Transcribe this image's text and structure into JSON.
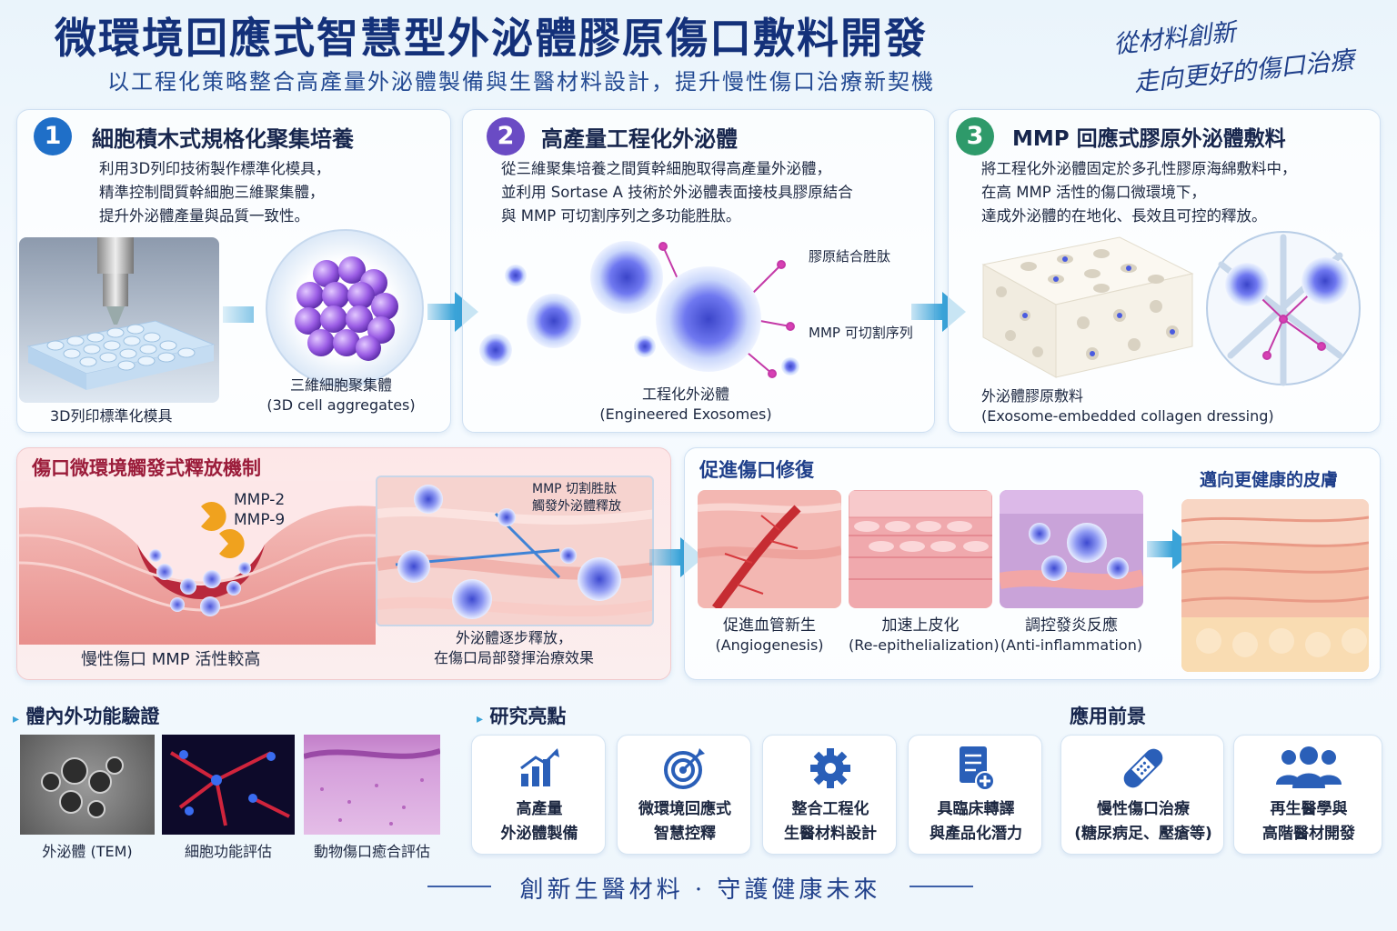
{
  "header": {
    "title": "微環境回應式智慧型外泌體膠原傷口敷料開發",
    "subtitle": "以工程化策略整合高產量外泌體製備與生醫材料設計，提升慢性傷口治療新契機",
    "slogan_line1": "從材料創新",
    "slogan_line2": "走向更好的傷口治療"
  },
  "steps": [
    {
      "number": "1",
      "title": "細胞積木式規格化聚集培養",
      "desc": [
        "利用3D列印技術製作標準化模具，",
        "精準控制間質幹細胞三維聚集體，",
        "提升外泌體產量與品質一致性。"
      ],
      "caption_mold": "3D列印標準化模具",
      "caption_aggr_zh": "三維細胞聚集體",
      "caption_aggr_en": "(3D cell aggregates)",
      "color": "#1f6fc8"
    },
    {
      "number": "2",
      "title": "高產量工程化外泌體",
      "desc": [
        "從三維聚集培養之間質幹細胞取得高產量外泌體，",
        "並利用 Sortase A 技術於外泌體表面接枝具膠原結合",
        "與 MMP 可切割序列之多功能胜肽。"
      ],
      "label_collagen": "膠原結合胜肽",
      "label_mmp": "MMP 可切割序列",
      "caption_zh": "工程化外泌體",
      "caption_en": "(Engineered Exosomes)",
      "color": "#6a4bc4"
    },
    {
      "number": "3",
      "title": "MMP 回應式膠原外泌體敷料",
      "desc": [
        "將工程化外泌體固定於多孔性膠原海綿敷料中，",
        "在高 MMP 活性的傷口微環境下，",
        "達成外泌體的在地化、長效且可控的釋放。"
      ],
      "caption_zh": "外泌體膠原敷料",
      "caption_en": "(Exosome-embedded collagen dressing)",
      "color": "#2e9a6a"
    }
  ],
  "mechanism": {
    "title": "傷口微環境觸發式釋放機制",
    "mmp2": "MMP-2",
    "mmp9": "MMP-9",
    "caption_wound": "慢性傷口 MMP 活性較高",
    "zoom_label_line1": "MMP 切割胜肽",
    "zoom_label_line2": "觸發外泌體釋放",
    "caption_release_line1": "外泌體逐步釋放，",
    "caption_release_line2": "在傷口局部發揮治療效果"
  },
  "repair": {
    "title": "促進傷口修復",
    "healthy_label": "邁向更健康的皮膚",
    "items": [
      {
        "zh": "促進血管新生",
        "en": "(Angiogenesis)"
      },
      {
        "zh": "加速上皮化",
        "en": "(Re-epithelialization)"
      },
      {
        "zh": "調控發炎反應",
        "en": "(Anti-inflammation)"
      }
    ]
  },
  "validation": {
    "title": "體內外功能驗證",
    "items": [
      "外泌體 (TEM)",
      "細胞功能評估",
      "動物傷口癒合評估"
    ]
  },
  "highlights": {
    "title": "研究亮點",
    "items": [
      {
        "line1": "高產量",
        "line2": "外泌體製備",
        "icon": "bar-chart-icon"
      },
      {
        "line1": "微環境回應式",
        "line2": "智慧控釋",
        "icon": "target-icon"
      },
      {
        "line1": "整合工程化",
        "line2": "生醫材料設計",
        "icon": "gear-icon"
      },
      {
        "line1": "具臨床轉譯",
        "line2": "與產品化潛力",
        "icon": "document-plus-icon"
      }
    ]
  },
  "applications": {
    "title": "應用前景",
    "items": [
      {
        "line1": "慢性傷口治療",
        "line2": "(糖尿病足、壓瘡等)",
        "icon": "bandage-icon"
      },
      {
        "line1": "再生醫學與",
        "line2": "高階醫材開發",
        "icon": "people-icon"
      }
    ]
  },
  "footer": {
    "text": "創新生醫材料 · 守護健康未來"
  },
  "colors": {
    "brand_blue": "#14317a",
    "arrow": "#3aa3d8",
    "exosome": "#6a6de8",
    "skin": "#f2a7a4"
  }
}
